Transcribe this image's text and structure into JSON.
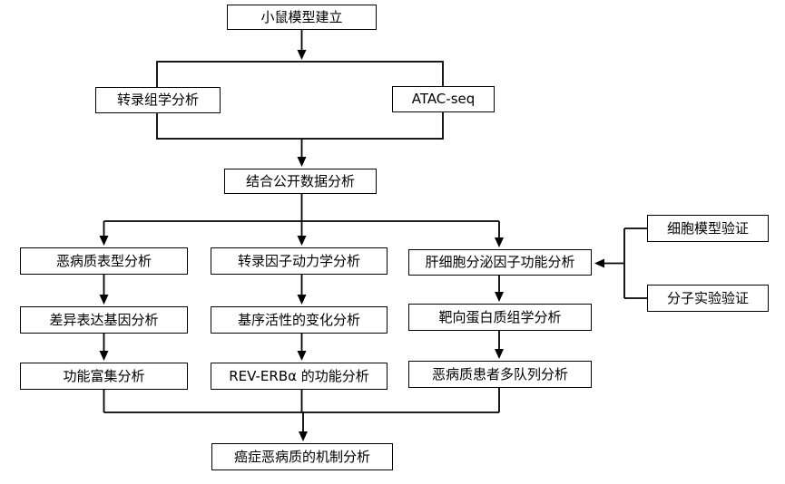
{
  "diagram": {
    "type": "flowchart",
    "background": "#ffffff",
    "line_color": "#000000",
    "box_fill": "#ffffff",
    "box_border_color": "#000000",
    "nodes": {
      "mouse_model": {
        "label": "小鼠模型建立"
      },
      "transcriptomics": {
        "label": "转录组学分析"
      },
      "atac_seq": {
        "label": "ATAC-seq"
      },
      "public_data": {
        "label": "结合公开数据分析"
      },
      "cachexia_phenotype": {
        "label": "恶病质表型分析"
      },
      "deg_analysis": {
        "label": "差异表达基因分析"
      },
      "enrichment": {
        "label": "功能富集分析"
      },
      "tf_dynamics": {
        "label": "转录因子动力学分析"
      },
      "motif_activity": {
        "label": "基序活性的变化分析"
      },
      "reverb_alpha": {
        "label": "REV-ERBα 的功能分析"
      },
      "hepatokine_function": {
        "label": "肝细胞分泌因子功能分析"
      },
      "targeted_proteomics": {
        "label": "靶向蛋白质组学分析"
      },
      "multi_cohort": {
        "label": "恶病质患者多队列分析"
      },
      "cell_model_validation": {
        "label": "细胞模型验证"
      },
      "molecular_validation": {
        "label": "分子实验验证"
      },
      "mechanism": {
        "label": "癌症恶病质的机制分析"
      }
    },
    "edges": [
      {
        "from": "mouse_model",
        "to": "transcriptomics",
        "arrow": true
      },
      {
        "from": "mouse_model",
        "to": "atac_seq",
        "arrow": true
      },
      {
        "from": "transcriptomics",
        "to": "public_data",
        "arrow": true
      },
      {
        "from": "atac_seq",
        "to": "public_data",
        "arrow": true
      },
      {
        "from": "public_data",
        "to": "cachexia_phenotype",
        "arrow": true
      },
      {
        "from": "public_data",
        "to": "tf_dynamics",
        "arrow": true
      },
      {
        "from": "public_data",
        "to": "hepatokine_function",
        "arrow": true
      },
      {
        "from": "cachexia_phenotype",
        "to": "deg_analysis",
        "arrow": true
      },
      {
        "from": "deg_analysis",
        "to": "enrichment",
        "arrow": true
      },
      {
        "from": "tf_dynamics",
        "to": "motif_activity",
        "arrow": true
      },
      {
        "from": "motif_activity",
        "to": "reverb_alpha",
        "arrow": true
      },
      {
        "from": "hepatokine_function",
        "to": "targeted_proteomics",
        "arrow": true
      },
      {
        "from": "targeted_proteomics",
        "to": "multi_cohort",
        "arrow": true
      },
      {
        "from": "cell_model_validation",
        "to": "hepatokine_function",
        "arrow": true
      },
      {
        "from": "molecular_validation",
        "to": "hepatokine_function",
        "arrow": true
      },
      {
        "from": "enrichment",
        "to": "mechanism",
        "arrow": true
      },
      {
        "from": "reverb_alpha",
        "to": "mechanism",
        "arrow": true
      },
      {
        "from": "multi_cohort",
        "to": "mechanism",
        "arrow": true
      }
    ]
  }
}
